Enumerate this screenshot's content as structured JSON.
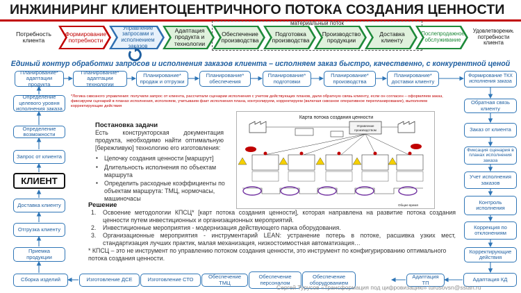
{
  "title": "ИНЖИНИРИНГ КЛИЕНТОЦЕНТРИЧНОГО ПОТОКА СОЗДАНИЯ ЦЕННОСТИ",
  "value_chain": {
    "material_flow_label": "материальный поток",
    "steps": [
      "Потребность клиента",
      "Формирование потребности",
      "Управление запросами и исполнением заказов",
      "Адаптация продукта и технологии",
      "Обеспечение производства",
      "Подготовка производства",
      "Производство продукции",
      "Доставка клиенту",
      "Послепродажное обслуживание",
      "Удовлетворение потребности клиента"
    ]
  },
  "subtitle": "Единый контур обработки запросов и исполнения заказов клиента – исполняем заказ быстро, качественно, с конкурентной ценой",
  "top_row": [
    "Планирование* адаптации продукта",
    "Планирование* адаптации технологии",
    "Планирование* продаж и отгрузки",
    "Планирование* обеспечения",
    "Планирование* подготовки",
    "Планирование* производства",
    "Планирование* доставки клиенту",
    "Формирование ТКХ исполнения заказа"
  ],
  "left_col": [
    "Определение целевого уровня исполнения заказа",
    "Определение возможности",
    "Запрос от клиента",
    "Доставка клиенту",
    "Отгрузка клиенту",
    "Приемка продукции"
  ],
  "client_label": "КЛИЕНТ",
  "right_col": [
    "Обратная связь клиенту",
    "Заказ от клиента",
    "Фиксация сценария в планах исполнения заказа",
    "Учет исполнения заказов",
    "Контроль исполнения",
    "Коррекция по отклонениям",
    "Корректирующие действия",
    "Адаптация КД"
  ],
  "bottom_row": [
    "Сборка изделий",
    "Изготовление ДСЕ",
    "Изготовление СТО",
    "Обеспечение ТМЦ",
    "Обеспечение персоналом",
    "Обеспечение оборудованием",
    "Адаптация ТП"
  ],
  "note": "*Логика сквозного управления: получили запрос от клиента, рассчитали сценарии исполнения с учетом действующих планов, дали обратную связь клиенту, если он согласен – оформляем заказ, фиксируем сценарий в планах исполнения, исполняем, учитываем факт исполнения плана, контролируем, корректируем (включая сквозное оперативное перепланирование), выполняем корректирующие действия",
  "task": {
    "title": "Постановка задачи",
    "body": "Есть конструкторская документация продукта, необходимо найти оптимальную [бережливую] технологию его изготовления:",
    "bullets": [
      "Цепочку создания ценности [маршрут]",
      "Длительность исполнения по объектам маршрута",
      "Определить расходные коэффициенты по объектам маршрута: ТМЦ, нормочасы, машиночасы"
    ]
  },
  "solution": {
    "title": "Решение",
    "items": [
      "Освоение методологии КПСЦ* [карт потока создания ценности], которая направлена на развитие потока создания ценности путем инвестиционных и организационных мероприятий.",
      "Инвестиционные мероприятия - модернизация действующего парка оборудования.",
      "Организационные мероприятия - инструментарий LEAN: устранение потерь в потоке, расшивка узких мест, стандартизация лучших практик, малая механизация, низкостоимостная автоматизация…"
    ],
    "nums": [
      "1.",
      "2.",
      "3."
    ],
    "footnote": "* КПСЦ – это не инструмент по управлению потоком создания ценности, это инструмент по конфигурированию оптимального потока создания ценности."
  },
  "vsm": {
    "title": "Карта потока создания ценности",
    "boxes": [
      "Управление производством"
    ],
    "footer_label": "Общее время"
  },
  "footer": "Сергей Турусов «Трансформация под цифровизацию» turusovsn@sstan.ru"
}
